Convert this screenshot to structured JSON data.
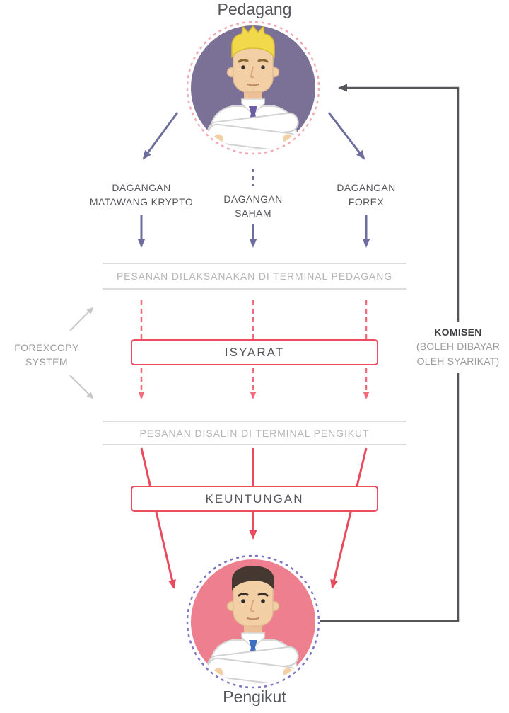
{
  "colors": {
    "purple": "#6e6e9e",
    "red": "#e94a5c",
    "pink": "#f2697a",
    "greyArrow": "#c7c7c7",
    "dark": "#55565a",
    "barLine": "#dcdcdc",
    "barText": "#b5b5b5",
    "sideText": "#9b9b9b",
    "labelText": "#55565a",
    "boxBorder": "#ee4d5f",
    "ringPink": "#f3a9b4",
    "ringPurple": "#7d75c5",
    "avatarPurpleBg": "#7b7096",
    "avatarPinkBg": "#ee7f8e",
    "skin": "#f3cfa5",
    "hairBlonde": "#f2d84b",
    "hairDark": "#453830",
    "tiePurple": "#6b5ca5",
    "tieBlue": "#3e6fc1"
  },
  "trader": {
    "title": "Pedagang"
  },
  "follower": {
    "title": "Pengikut"
  },
  "channels": {
    "crypto": {
      "line1": "DAGANGAN",
      "line2": "MATAWANG KRYPTO"
    },
    "saham": {
      "line1": "DAGANGAN",
      "line2": "SAHAM"
    },
    "forex": {
      "line1": "DAGANGAN",
      "line2": "FOREX"
    }
  },
  "terminals": {
    "trader": "PESANAN DILAKSANAKAN DI TERMINAL PEDAGANG",
    "follower": "PESANAN DISALIN DI TERMINAL PENGIKUT"
  },
  "boxes": {
    "signal": "ISYARAT",
    "profit": "KEUNTUNGAN"
  },
  "forexcopy": {
    "line1": "FOREXCOPY",
    "line2": "SYSTEM"
  },
  "commission": {
    "title": "KOMISEN",
    "subtitle": "(BOLEH DIBAYAR OLEH SYARIKAT)"
  }
}
